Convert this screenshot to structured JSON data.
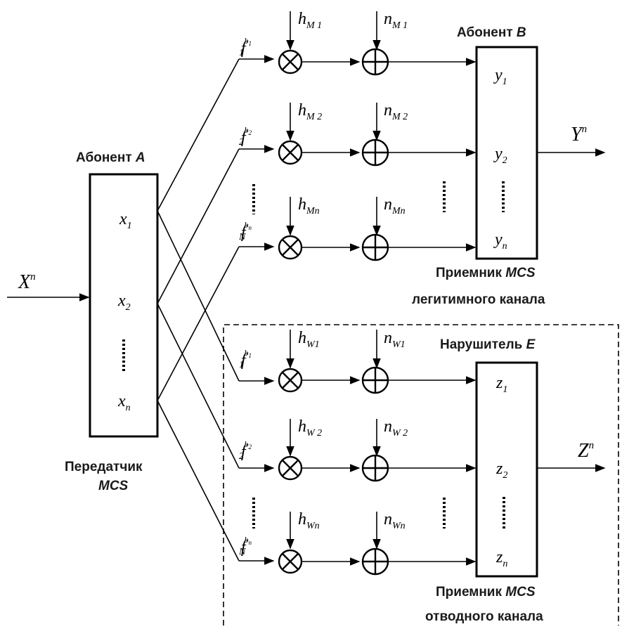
{
  "transmitter": {
    "title": "Абонент",
    "title_var": "A",
    "caption_line1": "Передатчик",
    "caption_line2": "MCS",
    "input_symbol": "X",
    "input_sup": "n",
    "x1": "x",
    "x1_sub": "1",
    "x2": "x",
    "x2_sub": "2",
    "xn": "x",
    "xn_sub": "n"
  },
  "legit": {
    "receiver_title": "Абонент",
    "receiver_var": "B",
    "caption_line1": "Приемник",
    "caption_var": "MCS",
    "caption_line2": "легитимного канала",
    "output_symbol": "Y",
    "output_sup": "n",
    "y1": "y",
    "y1_sub": "1",
    "y2": "y",
    "y2_sub": "2",
    "yn": "y",
    "yn_sub": "n",
    "f1": "f",
    "f1_sub": "1",
    "f1_sup": "b",
    "f1_supsub": "1",
    "f2": "f",
    "f2_sub": "2",
    "f2_sup": "b",
    "f2_supsub": "2",
    "fN": "f",
    "fN_sub": "N",
    "fN_sup": "b",
    "fN_supsub": "n",
    "h1": "h",
    "h1_sub": "M 1",
    "h2": "h",
    "h2_sub": "M 2",
    "hn": "h",
    "hn_sub": "Mn",
    "n1": "n",
    "n1_sub": "M 1",
    "n2": "n",
    "n2_sub": "M 2",
    "nn": "n",
    "nn_sub": "Mn"
  },
  "eaves": {
    "title": "Нарушитель",
    "title_var": "E",
    "caption_line1": "Приемник",
    "caption_var": "MCS",
    "caption_line2": "отводного канала",
    "output_symbol": "Z",
    "output_sup": "n",
    "z1": "z",
    "z1_sub": "1",
    "z2": "z",
    "z2_sub": "2",
    "zn": "z",
    "zn_sub": "n",
    "f1": "f",
    "f1_sub": "1",
    "f1_sup": "b",
    "f1_supsub": "1",
    "f2": "f",
    "f2_sub": "2",
    "f2_sup": "b",
    "f2_supsub": "2",
    "fN": "f",
    "fN_sub": "N",
    "fN_sup": "b",
    "fN_supsub": "n",
    "h1": "h",
    "h1_sub": "W1",
    "h2": "h",
    "h2_sub": "W 2",
    "hn": "h",
    "hn_sub": "Wn",
    "n1": "n",
    "n1_sub": "W1",
    "n2": "n",
    "n2_sub": "W 2",
    "nn": "n",
    "nn_sub": "Wn"
  },
  "icons": {
    "multiplier": "circle-times-icon",
    "adder": "circle-plus-icon"
  }
}
